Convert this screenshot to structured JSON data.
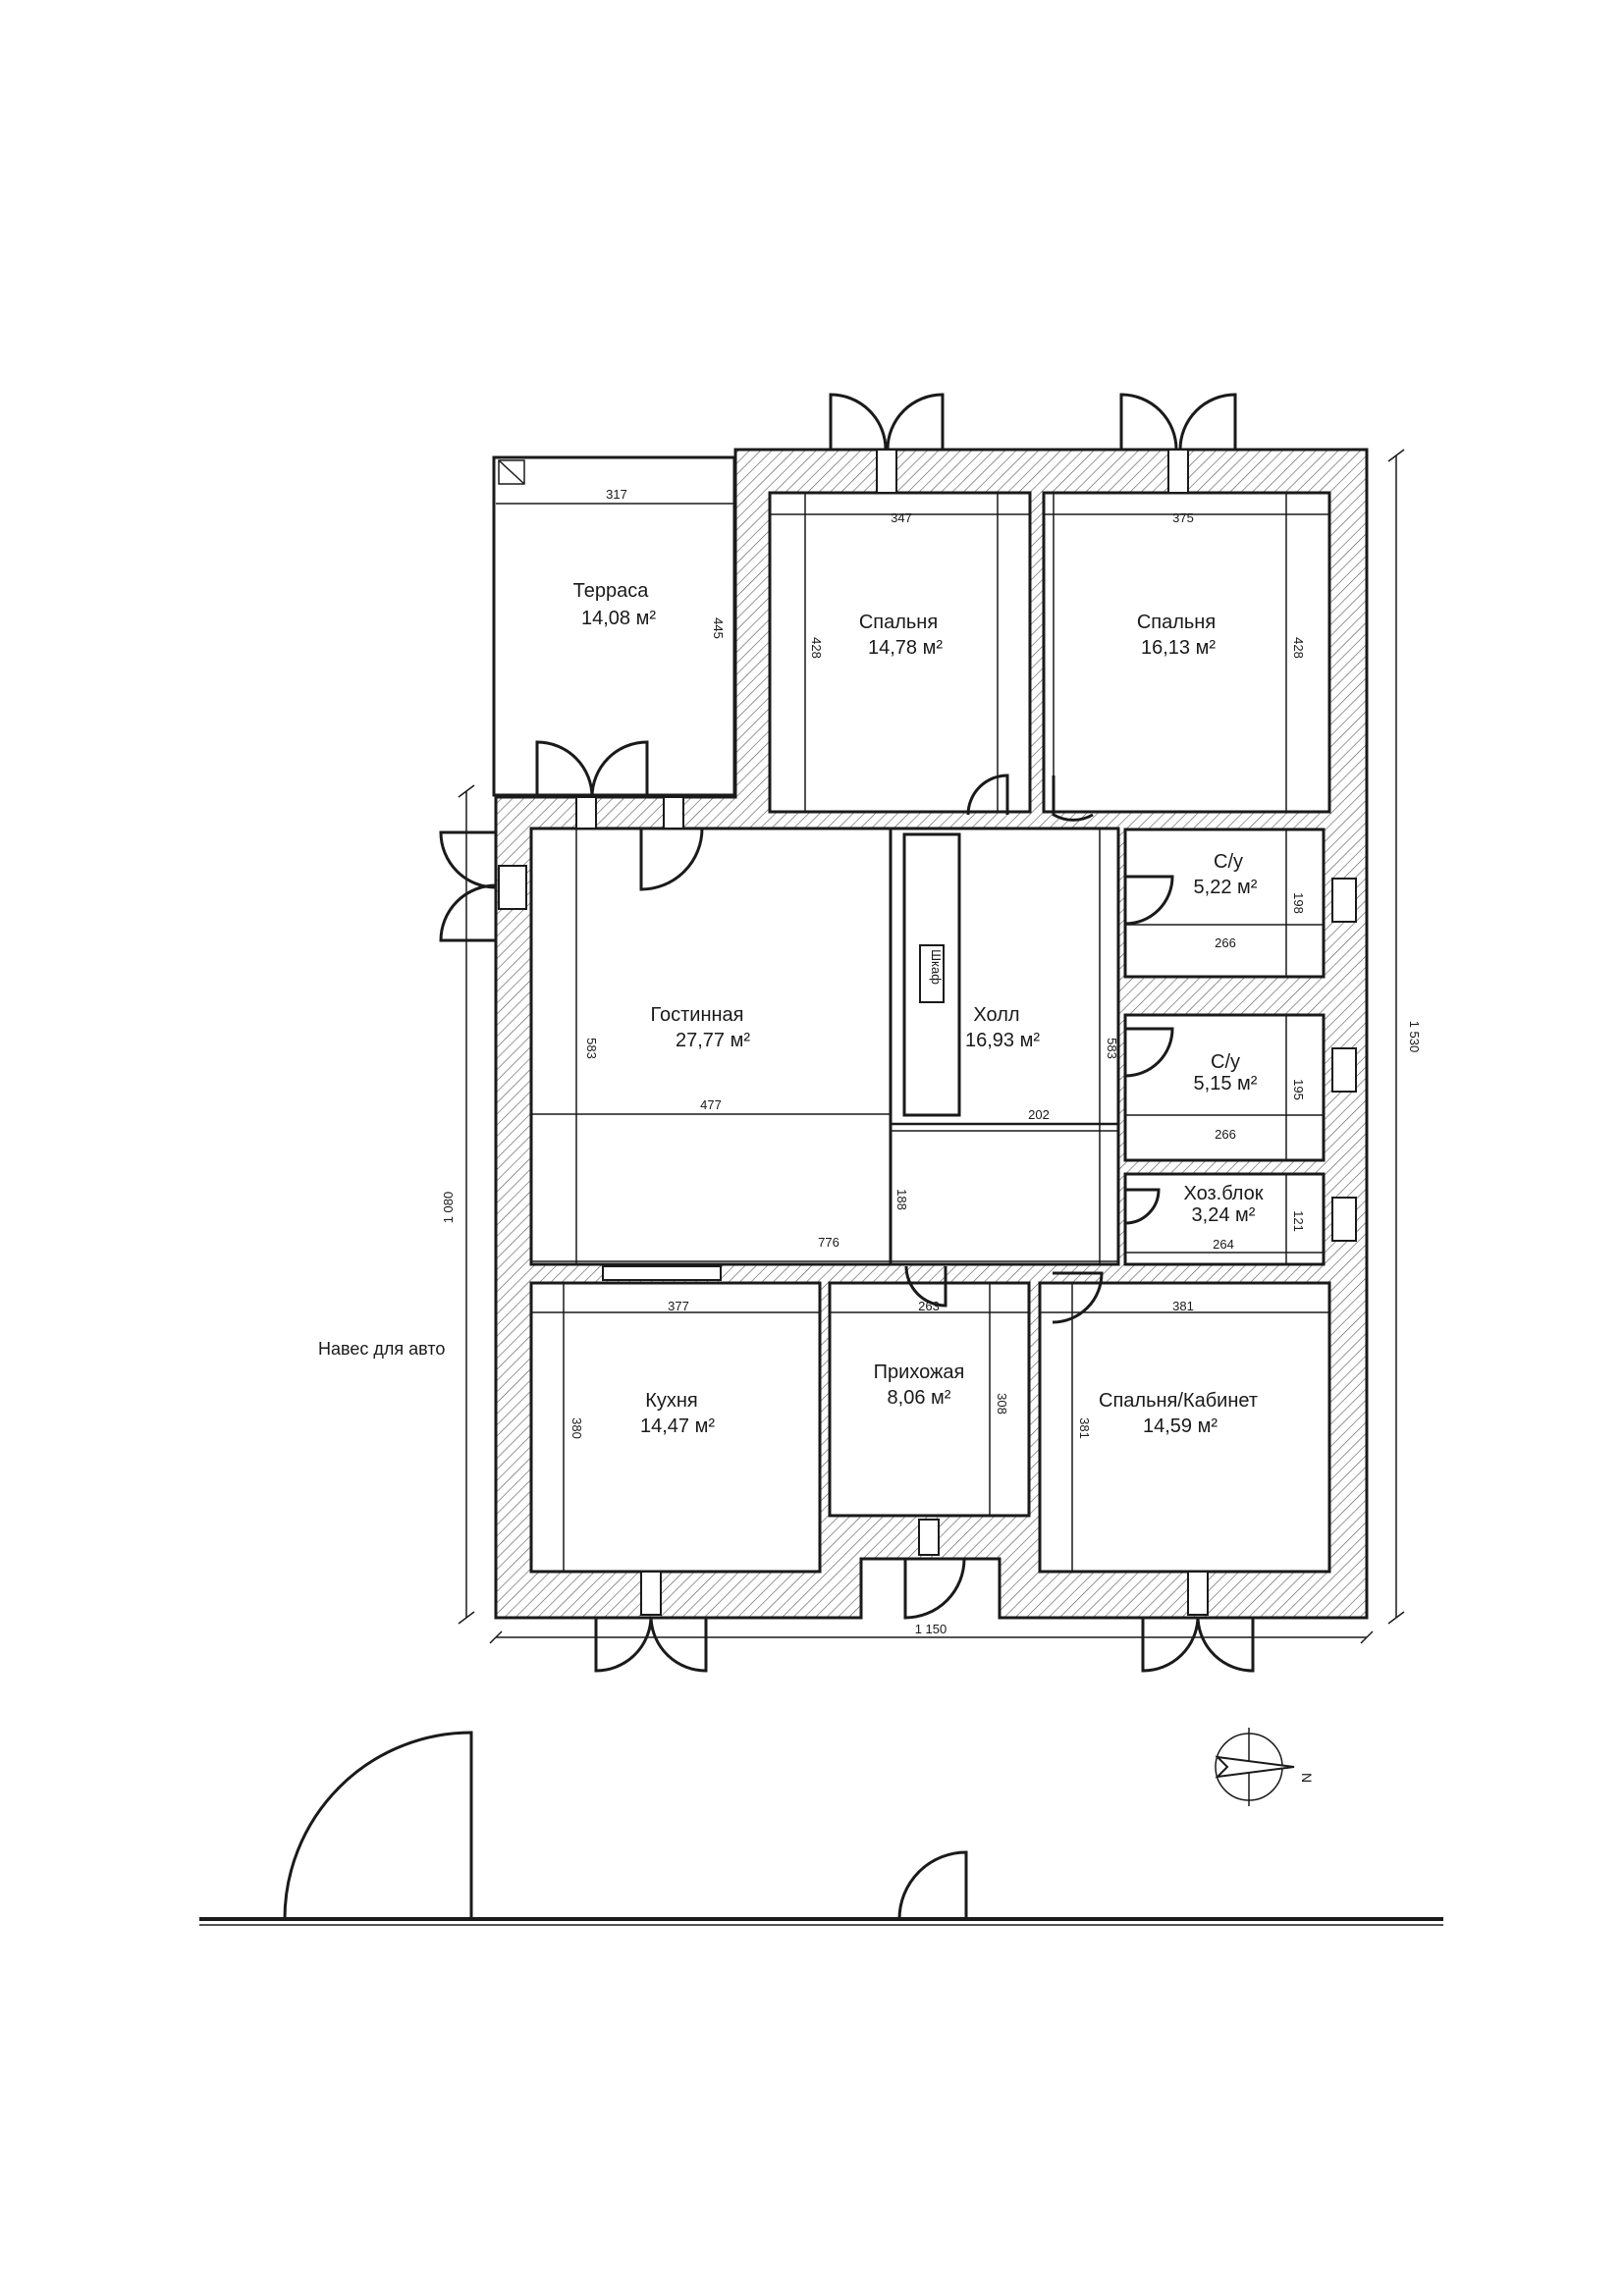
{
  "rooms": {
    "terrace": {
      "name": "Терраса",
      "area": "14,08 м²",
      "width": "317",
      "depth": "445"
    },
    "bedroom_1": {
      "name": "Спальня",
      "area": "14,78 м²",
      "width": "347",
      "depth": "428"
    },
    "bedroom_2": {
      "name": "Спальня",
      "area": "16,13 м²",
      "width": "375",
      "depth": "428"
    },
    "bathroom_1": {
      "name": "С/у",
      "area": "5,22 м²",
      "width": "266",
      "depth": "198"
    },
    "bathroom_2": {
      "name": "С/у",
      "area": "5,15 м²",
      "width": "266",
      "depth": "195"
    },
    "utility": {
      "name": "Хоз.блок",
      "area": "3,24 м²",
      "width": "264",
      "depth": "121"
    },
    "living": {
      "name": "Гостинная",
      "area": "27,77 м²",
      "width": "477",
      "depth": "583"
    },
    "hall": {
      "name": "Холл",
      "area": "16,93 м²",
      "width": "202",
      "depth": "583"
    },
    "wardrobe": {
      "name": "Шкаф"
    },
    "kitchen": {
      "name": "Кухня",
      "area": "14,47 м²",
      "width": "377",
      "depth": "380"
    },
    "entrance": {
      "name": "Прихожая",
      "area": "8,06 м²",
      "width": "263",
      "depth": "308"
    },
    "study": {
      "name": "Спальня/Кабинет",
      "area": "14,59 м²",
      "width": "381",
      "depth": "381"
    }
  },
  "dimensions": {
    "overall_width": "1 150",
    "overall_height": "1 530",
    "left_height": "1 080",
    "central_width": "776",
    "central_depth": "188"
  },
  "labels": {
    "carport": "Навес для авто"
  },
  "compass": {
    "letter": "N"
  }
}
